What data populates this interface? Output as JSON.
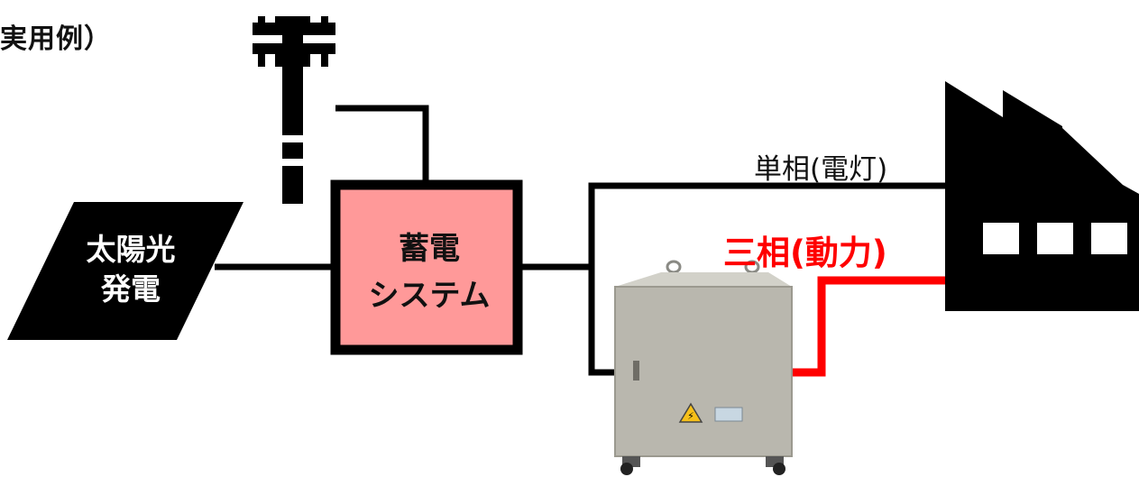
{
  "title": "実用例）",
  "nodes": {
    "solar": {
      "line1": "太陽光",
      "line2": "発電"
    },
    "battery": {
      "line1": "蓄電",
      "line2": "システム"
    },
    "grid": {
      "icon": "utility-pole-icon"
    },
    "transformer": {
      "icon": "transformer-cabinet-icon",
      "warning_icon": "high-voltage-warning-icon"
    },
    "factory": {
      "icon": "factory-icon"
    }
  },
  "lines": {
    "single_phase": "単相(電灯)",
    "three_phase": "三相(動力)"
  },
  "colors": {
    "battery_fill": "#ff9999",
    "three_phase": "#ff0000",
    "ink": "#000000",
    "cabinet": "#b9b7ae"
  }
}
